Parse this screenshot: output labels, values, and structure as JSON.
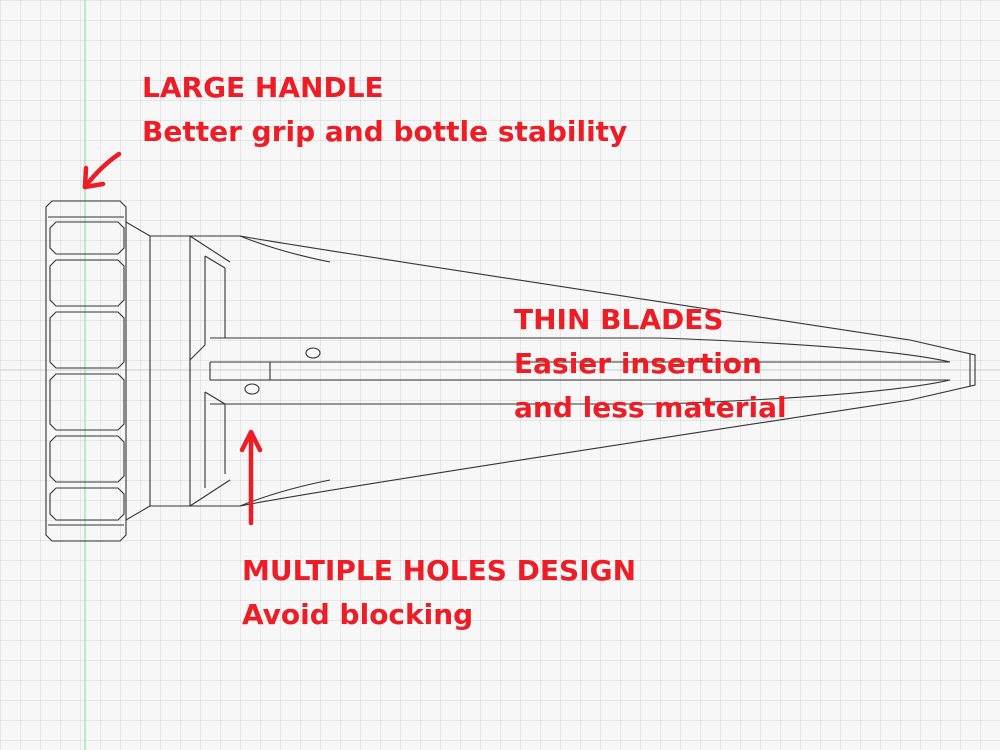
{
  "callouts": {
    "handle": {
      "title": "LARGE HANDLE",
      "subtitle": "Better grip and bottle stability"
    },
    "blades": {
      "title": "THIN BLADES",
      "line1": "Easier insertion",
      "line2": "and less material"
    },
    "holes": {
      "title": "MULTIPLE HOLES DESIGN",
      "subtitle": "Avoid blocking"
    }
  },
  "colors": {
    "annotation": "#ee1c25",
    "line": "#333333",
    "axis": "#7fd99a"
  }
}
